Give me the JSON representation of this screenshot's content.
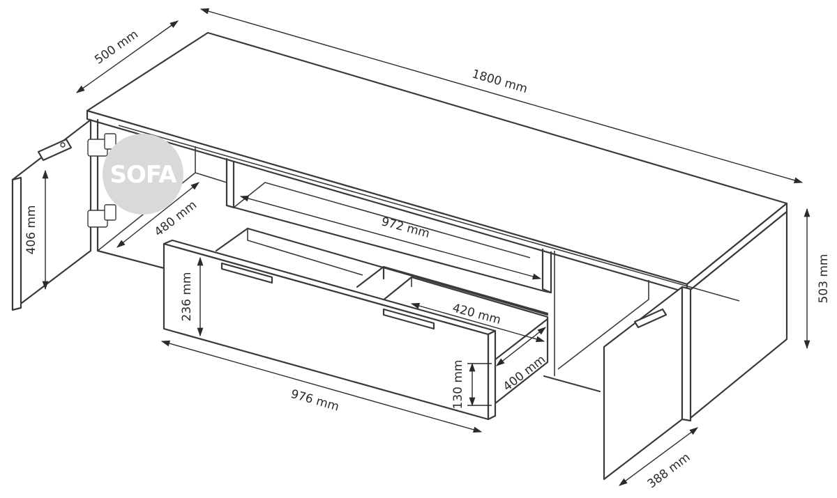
{
  "diagram": {
    "colors": {
      "line": "#3a3a3a",
      "logo_bg": "#d9d9d9",
      "logo_fg": "#ffffff"
    },
    "logo": {
      "text": "SOFA"
    },
    "dimensions": {
      "depth": "500 mm",
      "width": "1800 mm",
      "inner_width": "972 mm",
      "inner_depth": "480 mm",
      "door_height": "406 mm",
      "drawer_front_height": "236 mm",
      "drawer_inner_width": "420 mm",
      "total_height": "503 mm",
      "drawer_front_width": "976 mm",
      "drawer_depth": "400 mm",
      "drawer_box_height": "130 mm",
      "door_width": "388 mm"
    }
  }
}
